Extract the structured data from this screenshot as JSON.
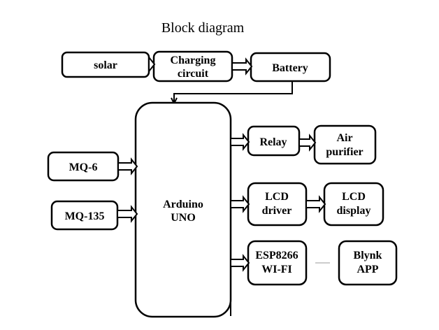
{
  "diagram": {
    "title": "Block diagram",
    "blocks": {
      "solar": [
        "solar"
      ],
      "charging": [
        "Charging",
        "circuit"
      ],
      "battery": [
        "Battery"
      ],
      "arduino": [
        "Arduino",
        "UNO"
      ],
      "mq6": [
        "MQ-6"
      ],
      "mq135": [
        "MQ-135"
      ],
      "relay": [
        "Relay"
      ],
      "air_purifier": [
        "Air",
        "purifier"
      ],
      "lcd_driver": [
        "LCD",
        "driver"
      ],
      "lcd_display": [
        "LCD",
        "display"
      ],
      "esp8266": [
        "ESP8266",
        "WI-FI"
      ],
      "blynk": [
        "Blynk",
        "APP"
      ]
    },
    "connections": [
      {
        "from": "solar",
        "to": "charging",
        "style": "block-arrow"
      },
      {
        "from": "charging",
        "to": "battery",
        "style": "block-arrow"
      },
      {
        "from": "battery",
        "to": "arduino",
        "style": "line-arrow"
      },
      {
        "from": "mq6",
        "to": "arduino",
        "style": "block-arrow"
      },
      {
        "from": "mq135",
        "to": "arduino",
        "style": "block-arrow"
      },
      {
        "from": "arduino",
        "to": "relay",
        "style": "block-arrow"
      },
      {
        "from": "relay",
        "to": "air_purifier",
        "style": "block-arrow"
      },
      {
        "from": "arduino",
        "to": "lcd_driver",
        "style": "block-arrow"
      },
      {
        "from": "lcd_driver",
        "to": "lcd_display",
        "style": "block-arrow"
      },
      {
        "from": "arduino",
        "to": "esp8266",
        "style": "block-arrow"
      },
      {
        "from": "esp8266",
        "to": "blynk",
        "style": "thin-line"
      }
    ]
  }
}
